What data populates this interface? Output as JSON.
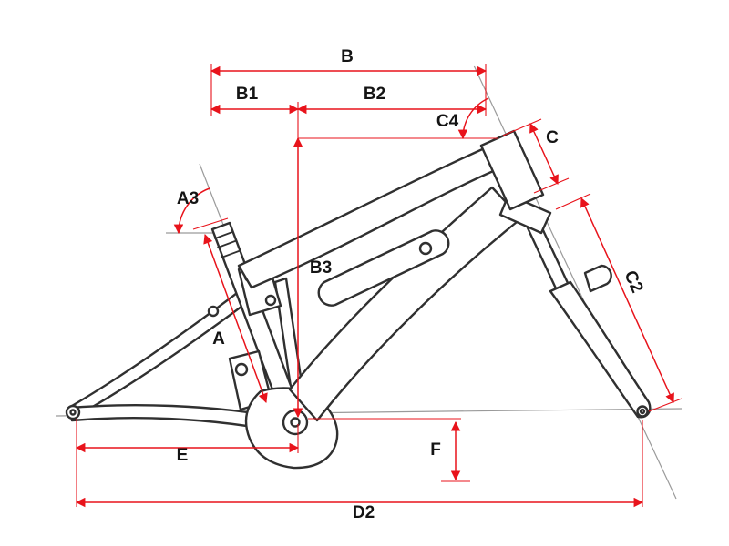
{
  "diagram": {
    "type": "bicycle-frame-geometry",
    "background": "#ffffff",
    "colors": {
      "dimension_lines": "#e8131b",
      "frame_outline": "#303030",
      "construction_lines": "#9a9a9a",
      "label_text": "#141414"
    },
    "labels": {
      "b": "B",
      "b1": "B1",
      "b2": "B2",
      "b3": "B3",
      "a": "A",
      "a3": "A3",
      "c": "C",
      "c2": "C2",
      "c4": "C4",
      "d2": "D2",
      "e": "E",
      "f": "F"
    }
  }
}
